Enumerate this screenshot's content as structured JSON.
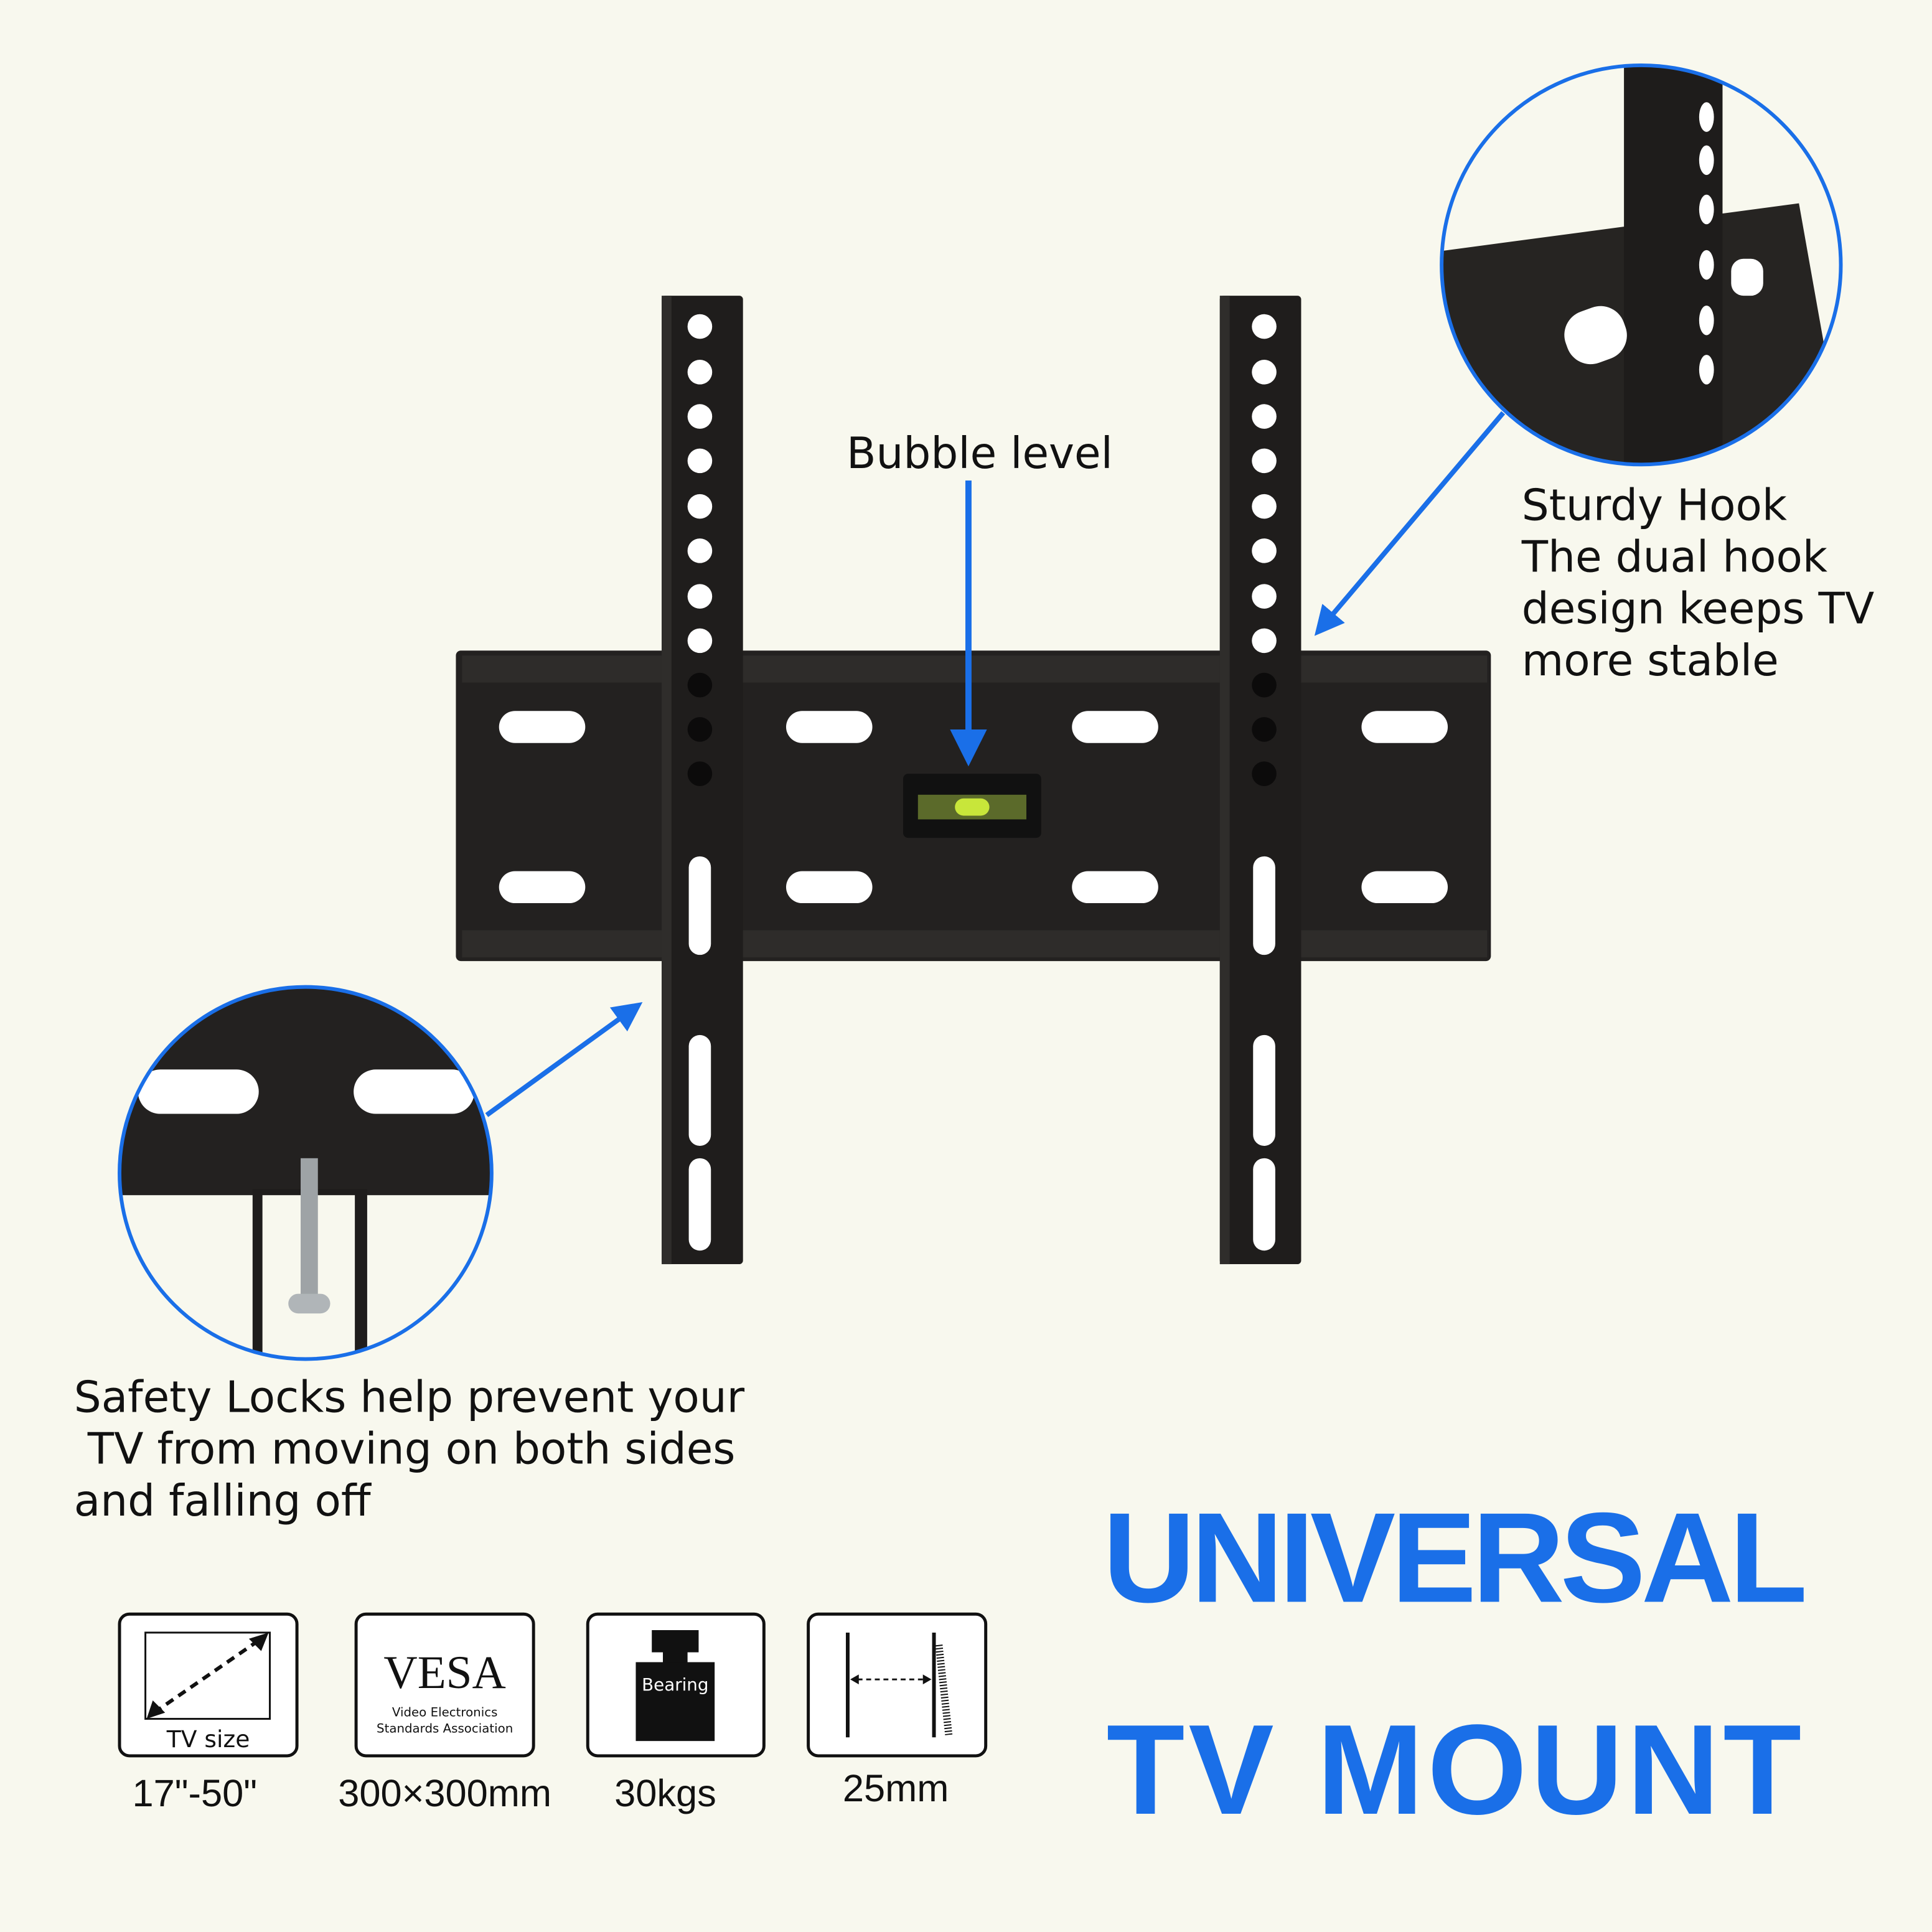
{
  "callouts": {
    "bubble_level": "Bubble level",
    "sturdy_hook": [
      "Sturdy Hook",
      "The dual hook",
      "design keeps TV",
      "more stable"
    ],
    "safety_locks": [
      "Safety Locks help prevent your",
      " TV from moving on both sides",
      "and falling off"
    ]
  },
  "headline": {
    "line1": "UNIVERSAL",
    "line2": "TV MOUNT"
  },
  "specs": [
    {
      "icon": "tv-size-icon",
      "icon_label": "TV size",
      "value": "17\"-50\""
    },
    {
      "icon": "vesa-logo",
      "icon_label": "VESA",
      "icon_sub1": "Video Electronics",
      "icon_sub2": "Standards Association",
      "value": "300×300mm"
    },
    {
      "icon": "weight-icon",
      "icon_label": "Bearing",
      "value": "30kgs"
    },
    {
      "icon": "wall-distance-icon",
      "value": "25mm"
    }
  ],
  "colors": {
    "accent": "#1a6fe8",
    "background": "#f8f8ee",
    "metal": "#232120"
  }
}
